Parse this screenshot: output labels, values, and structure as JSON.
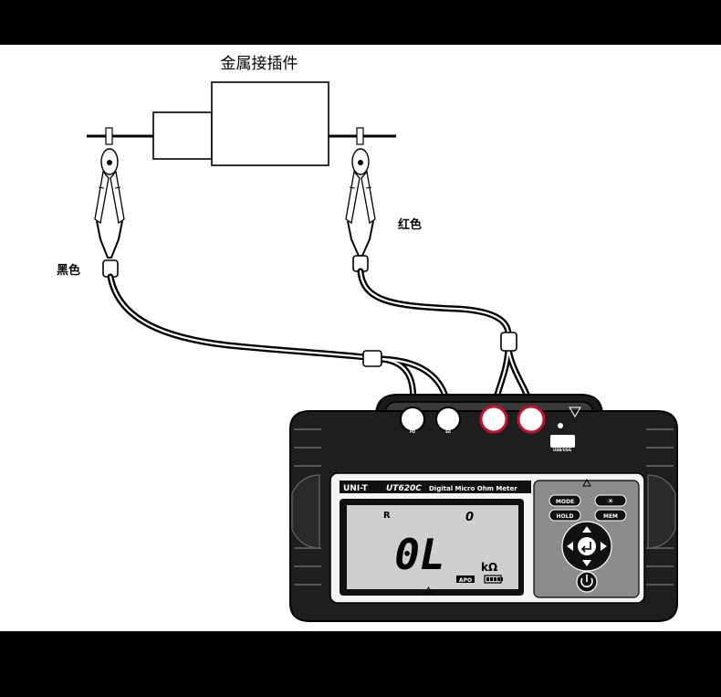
{
  "diagram": {
    "connector_label": "金属接插件",
    "red_label": "红色",
    "black_label": "黑色"
  },
  "meter": {
    "brand": "UNI-T",
    "model": "UT620C",
    "subtitle": "Digital Micro Ohm Meter",
    "terminals": [
      "PD",
      "Ed"
    ],
    "port_label": "USB/USG",
    "lcd": {
      "range_letter": "R",
      "corner_digit": "0",
      "reading": "0L",
      "unit": "kΩ",
      "apo": "APO"
    },
    "buttons": {
      "mode": "MODE",
      "light": "☀",
      "hold": "HOLD",
      "mem": "MEM"
    }
  },
  "colors": {
    "background": "#ffffff",
    "frame": "#000000",
    "lcd": "#cfcfcf",
    "keypad": "#8c8c8c",
    "red_terminal": "#c8102e"
  },
  "icons": [
    "warning-icon",
    "enter-icon",
    "power-icon",
    "battery-icon"
  ]
}
